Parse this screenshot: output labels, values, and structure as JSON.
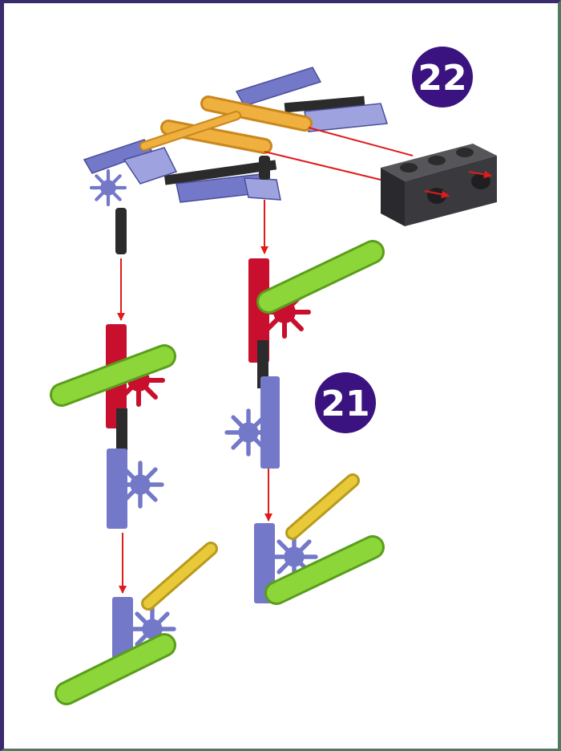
{
  "steps": [
    {
      "number": "22"
    },
    {
      "number": "21"
    }
  ],
  "colors": {
    "border_dark": "#3a2a6e",
    "border_green": "#4f7a62",
    "badge": "#3b1380",
    "badge_text": "#ffffff",
    "arrow": "#e11b1b",
    "connector_purple": "#7378c8",
    "connector_purple_light": "#9ea3e0",
    "connector_red": "#c8102e",
    "rod_green": "#8cd63a",
    "rod_yellow": "#e8c93a",
    "rod_orange": "#e8a22a",
    "rod_black": "#2b2b2b",
    "block_black": "#3a3a3e"
  },
  "parts": [
    "top-frame-assembly",
    "black-brick",
    "left-leg-assembly",
    "right-leg-assembly",
    "left-foot-assembly",
    "right-foot-assembly"
  ]
}
